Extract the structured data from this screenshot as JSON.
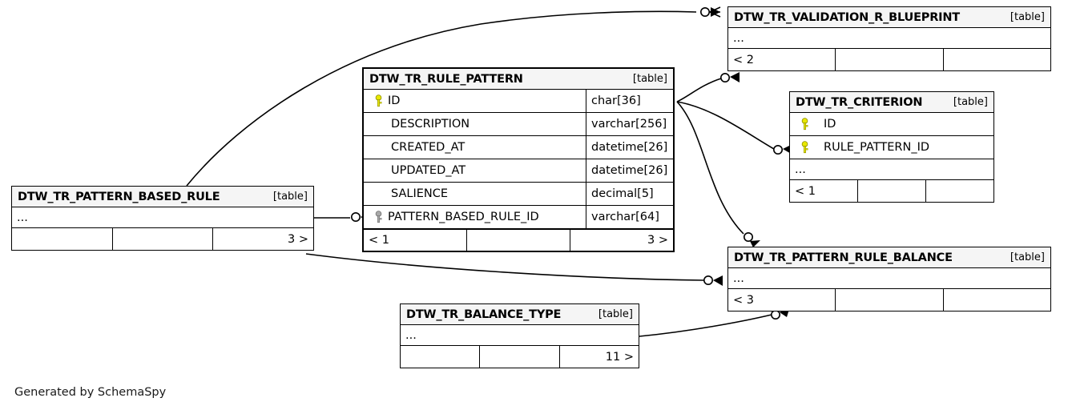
{
  "diagram": {
    "title": "SchemaSpy relationships diagram",
    "credit": "Generated by SchemaSpy",
    "table_tag": "[table]",
    "ellipsis": "...",
    "colors": {
      "primary_key": "#e8e800",
      "foreign_key": "#a9a9a9",
      "header_bg": "#f5f5f5",
      "border": "#000000",
      "background": "#ffffff",
      "text": "#000000"
    }
  },
  "tables": [
    {
      "id": "rule_pattern",
      "name": "DTW_TR_RULE_PATTERN",
      "tag": "[table]",
      "columns": [
        {
          "name": "ID",
          "type": "char[36]",
          "key": "primary"
        },
        {
          "name": "DESCRIPTION",
          "type": "varchar[256]",
          "key": "none"
        },
        {
          "name": "CREATED_AT",
          "type": "datetime[26]",
          "key": "none"
        },
        {
          "name": "UPDATED_AT",
          "type": "datetime[26]",
          "key": "none"
        },
        {
          "name": "SALIENCE",
          "type": "decimal[5]",
          "key": "none"
        },
        {
          "name": "PATTERN_BASED_RULE_ID",
          "type": "varchar[64]",
          "key": "foreign"
        }
      ],
      "footer": [
        "< 1",
        "",
        "3 >"
      ]
    },
    {
      "id": "validation_r_blueprint",
      "name": "DTW_TR_VALIDATION_R_BLUEPRINT",
      "tag": "[table]",
      "columns": [],
      "has_ellipsis": true,
      "footer": [
        "< 2",
        "",
        ""
      ]
    },
    {
      "id": "criterion",
      "name": "DTW_TR_CRITERION",
      "tag": "[table]",
      "columns": [
        {
          "name": "ID",
          "type": "",
          "key": "primary"
        },
        {
          "name": "RULE_PATTERN_ID",
          "type": "",
          "key": "primary"
        }
      ],
      "has_ellipsis": true,
      "footer": [
        "< 1",
        "",
        ""
      ]
    },
    {
      "id": "pattern_based_rule",
      "name": "DTW_TR_PATTERN_BASED_RULE",
      "tag": "[table]",
      "columns": [],
      "has_ellipsis": true,
      "footer": [
        "",
        "",
        "3 >"
      ]
    },
    {
      "id": "pattern_rule_balance",
      "name": "DTW_TR_PATTERN_RULE_BALANCE",
      "tag": "[table]",
      "columns": [],
      "has_ellipsis": true,
      "footer": [
        "< 3",
        "",
        ""
      ]
    },
    {
      "id": "balance_type",
      "name": "DTW_TR_BALANCE_TYPE",
      "tag": "[table]",
      "columns": [],
      "has_ellipsis": true,
      "footer": [
        "",
        "",
        "11 >"
      ]
    }
  ],
  "relationships": [
    {
      "from": "rule_pattern.ID",
      "to": "validation_r_blueprint",
      "cardinality": "zero-or-more"
    },
    {
      "from": "rule_pattern.ID",
      "to": "criterion.RULE_PATTERN_ID",
      "cardinality": "zero-or-more"
    },
    {
      "from": "rule_pattern.ID",
      "to": "pattern_rule_balance",
      "cardinality": "zero-or-more"
    },
    {
      "from": "pattern_based_rule",
      "to": "rule_pattern.PATTERN_BASED_RULE_ID",
      "cardinality": "zero-or-more"
    },
    {
      "from": "pattern_based_rule",
      "to": "validation_r_blueprint",
      "cardinality": "zero-or-more"
    },
    {
      "from": "pattern_based_rule",
      "to": "pattern_rule_balance",
      "cardinality": "zero-or-more"
    },
    {
      "from": "balance_type",
      "to": "pattern_rule_balance",
      "cardinality": "zero-or-more"
    }
  ]
}
